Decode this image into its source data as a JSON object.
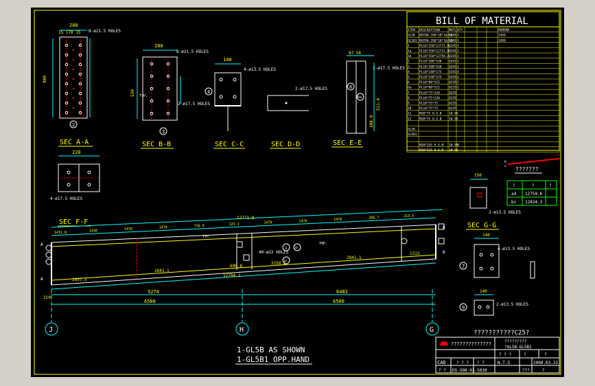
{
  "bom": {
    "title": "BILL OF MATERIAL",
    "headers": [
      "ITEM",
      "DESCRIPTION",
      "MATL",
      "QTY",
      "",
      "",
      "",
      "REMARK"
    ],
    "rows": [
      [
        "GL5B",
        "BH700-350*10*16/18",
        "Q345",
        "1",
        "",
        "",
        "",
        "2458"
      ],
      [
        "GL5B1",
        "BH700-350*10*16/18",
        "Q345",
        "1",
        "",
        "",
        "",
        "2458"
      ],
      [
        "1",
        "PL16*350*12771.8",
        "Q345",
        "1",
        "",
        "",
        "",
        ""
      ],
      [
        "1a",
        "PL18*350*12711.8",
        "Q345",
        "1",
        "",
        "",
        "",
        ""
      ],
      [
        "1b",
        "PL16*350*12794.2",
        "Q345",
        "1",
        "",
        "",
        "",
        ""
      ],
      [
        "2",
        "PL10*200*530",
        "Q345",
        "1",
        "",
        "",
        "",
        ""
      ],
      [
        "3",
        "PL10*200*530",
        "Q345",
        "1",
        "",
        "",
        "",
        ""
      ],
      [
        "4",
        "PL10*140*175",
        "Q345",
        "4",
        "",
        "",
        "",
        ""
      ],
      [
        "5",
        "PL10*140*175",
        "Q345",
        "2",
        "",
        "",
        "",
        ""
      ],
      [
        "6",
        "PL10*80*522",
        "Q235",
        "2",
        "",
        "",
        "",
        ""
      ],
      [
        "6a",
        "PL10*80*522",
        "Q235",
        "2",
        "",
        "",
        "",
        ""
      ],
      [
        "7",
        "PL10*75*120",
        "Q235",
        "",
        "",
        "",
        "",
        ""
      ],
      [
        "8",
        "PL10*75*120",
        "Q235",
        "",
        "",
        "",
        "",
        ""
      ],
      [
        "9",
        "PL10*75*75",
        "Q235",
        "",
        "",
        "",
        "",
        ""
      ],
      [
        "10",
        "PL10*75*75",
        "Q235",
        "",
        "",
        "",
        "",
        ""
      ],
      [
        "11",
        "M20*75 H.S.B",
        "10.9S",
        "",
        "",
        "",
        "",
        ""
      ],
      [
        "12",
        "M20*75 H.S.B",
        "10.9S",
        "",
        "",
        "",
        "",
        ""
      ],
      [
        "",
        "",
        "",
        "",
        "",
        "",
        "",
        ""
      ],
      [
        "GL5B",
        "",
        "",
        "",
        "",
        "",
        "",
        ""
      ],
      [
        "GL5B1",
        "",
        "",
        "",
        "",
        "",
        "",
        ""
      ],
      [
        "",
        "",
        "",
        "",
        "",
        "",
        "",
        ""
      ],
      [
        "",
        "M20*135 H.S.B",
        "10.9S",
        "4",
        "",
        "",
        "",
        ""
      ],
      [
        "",
        "M20*135 H.S.B",
        "10.9S",
        "",
        "",
        "",
        "",
        ""
      ]
    ]
  },
  "sections": {
    "a": "SEC A-A",
    "b": "SEC B-B",
    "c": "SEC C-C",
    "d": "SEC D-D",
    "e": "SEC E-E",
    "f": "SEC F-F",
    "g": "SEC G-G"
  },
  "hole_notes": {
    "a": "8-ø21.5 HOLES",
    "b": "8-ø21.5 HOLES",
    "b2": "2-ø17.5 HOLES",
    "c": "4-ø13.5 HOLES",
    "d": "2-ø17.5 HOLES",
    "e": "2-ø17.5 HOLES",
    "f": "4-ø17.5 HOLES",
    "g": "2-ø13.5 HOLES",
    "g2": "4-ø13.5 HOLES",
    "g3": "2-ø13.5 HOLES",
    "beam": "40-ø22 HOLES"
  },
  "dims": {
    "a_top": "200",
    "a_sub": "15  170  15",
    "b_top": "200",
    "c_top": "140",
    "e_top": "87  56",
    "f_top": "220",
    "g_top": "150",
    "g2_top": "140",
    "g3_top": "140",
    "beam_total": "12771.8",
    "beam_bottom": "12794.2",
    "span1": "5274",
    "span2": "6482",
    "span_a": "6500",
    "span_b": "6500",
    "d1": "2657.5",
    "d2": "2841.1",
    "d3": "690.8",
    "d4": "2250.1",
    "d5": "2841.1",
    "d6": "1313",
    "seg": [
      "1431.8",
      "1430",
      "1470",
      "1470",
      "736.9",
      "123.1",
      "1470",
      "1470",
      "1470",
      "206.7",
      "213.5"
    ],
    "left_dim": "210",
    "e_height": "511.4",
    "e_height2": "308.9"
  },
  "grid_labels": [
    "J",
    "H",
    "G"
  ],
  "labels": {
    "typ": "TYP.",
    "thp": "THP.",
    "shown": "1-GL5B AS SHOWN",
    "opp": "1-GL5B1 OPP.HAND"
  },
  "small_table": {
    "title": "???????",
    "rows": [
      [
        "?",
        "?",
        "?"
      ],
      [
        "ad",
        "12759.6",
        ""
      ],
      [
        "bc",
        "12824.3",
        ""
      ]
    ]
  },
  "titleblock": {
    "heading": "???????????C25?",
    "company": "??????????????",
    "drawing": "?????????",
    "code": "?GL5B-GL5B1",
    "cad": "CAD",
    "scale": "N.T.S",
    "date": "2008.03.22",
    "dwgno": "DS-S08-03-S030",
    "q1": "? ? ?",
    "q2": "? ? ?",
    "q3": "? ?",
    "q4": "???",
    "q5": "?"
  },
  "colors": {
    "background": "#000000",
    "frame": "#ffff00",
    "dims": "#00ffff",
    "text": "#ffffff",
    "holes": "#ff0000",
    "table_grid": "#00ff00"
  }
}
